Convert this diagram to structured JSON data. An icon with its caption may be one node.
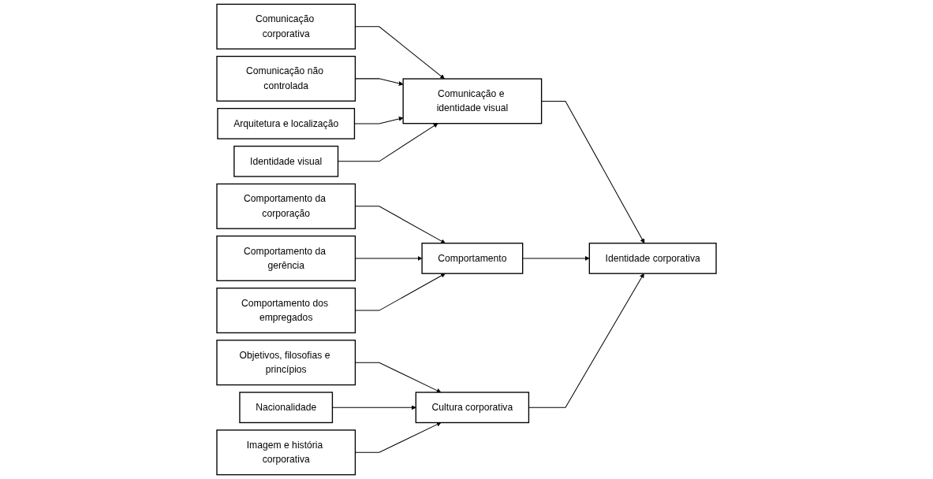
{
  "diagram": {
    "nodes": [
      {
        "text": [
          "Comunicação corporativa"
        ]
      },
      {
        "text": [
          "Comunicação não controlada"
        ]
      },
      {
        "text": [
          "Arquitetura e localização"
        ]
      },
      {
        "text": [
          "Identidade visual"
        ]
      },
      {
        "text": [
          "Comunicação e identidade visual"
        ]
      },
      {
        "text": [
          "Comportamento da corporação"
        ]
      },
      {
        "text": [
          "Comportamento da gerência"
        ]
      },
      {
        "text": [
          "Comportamento dos empregados"
        ]
      },
      {
        "text": [
          "Comportamento"
        ]
      },
      {
        "text": [
          "Objetivos, filosofias e princípios"
        ]
      },
      {
        "text": [
          "Nacionalidade"
        ]
      },
      {
        "text": [
          "Imagem e história corporativa"
        ]
      },
      {
        "text": [
          "Cultura corporativa"
        ]
      },
      {
        "text": [
          "Identidade corporativa"
        ]
      }
    ],
    "edges": [
      {
        "from": 0,
        "to": 4,
        "arrow": "to"
      },
      {
        "from": 1,
        "to": 4,
        "arrow": "to"
      },
      {
        "from": 2,
        "to": 4,
        "arrow": "to"
      },
      {
        "from": 3,
        "to": 4,
        "arrow": "to"
      },
      {
        "from": 5,
        "to": 8,
        "arrow": "to"
      },
      {
        "from": 6,
        "to": 8,
        "arrow": "to"
      },
      {
        "from": 7,
        "to": 8,
        "arrow": "to"
      },
      {
        "from": 9,
        "to": 12,
        "arrow": "to"
      },
      {
        "from": 10,
        "to": 12,
        "arrow": "to"
      },
      {
        "from": 11,
        "to": 12,
        "arrow": "to"
      },
      {
        "from": 4,
        "to": 13,
        "arrow": "to"
      },
      {
        "from": 8,
        "to": 13,
        "arrow": "to"
      },
      {
        "from": 12,
        "to": 13,
        "arrow": "to"
      }
    ]
  }
}
